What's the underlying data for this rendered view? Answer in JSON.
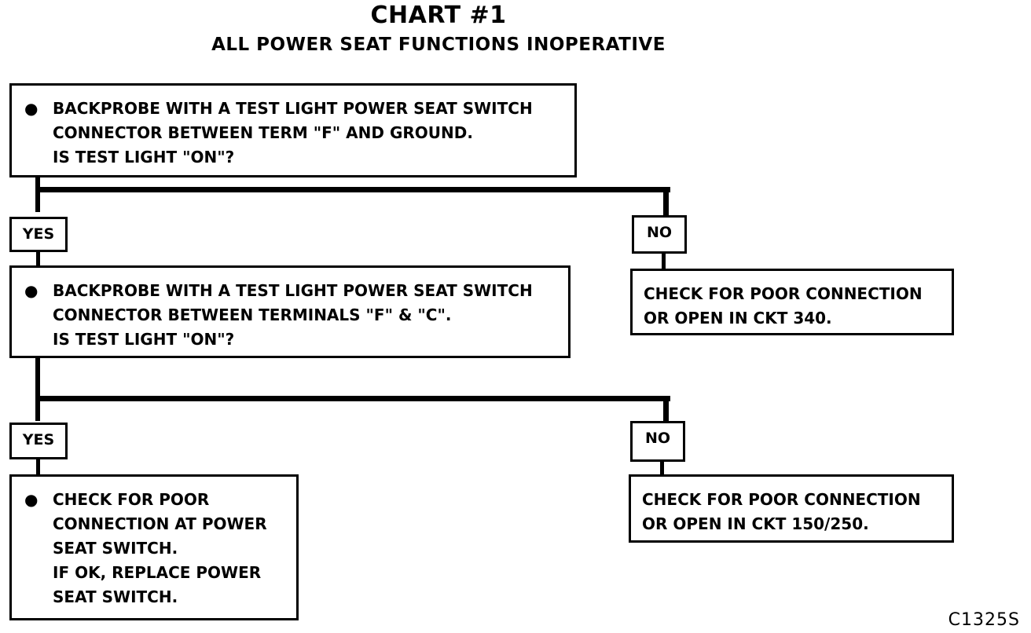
{
  "title": "CHART #1",
  "subtitle": "ALL POWER SEAT FUNCTIONS INOPERATIVE",
  "step1": {
    "lines": [
      "BACKPROBE WITH A TEST LIGHT POWER SEAT SWITCH",
      "CONNECTOR BETWEEN TERM \"F\" AND GROUND.",
      "IS TEST LIGHT \"ON\"?"
    ]
  },
  "branch1": {
    "yes_label": "YES",
    "no_label": "NO",
    "no_result": [
      "CHECK FOR POOR CONNECTION",
      "OR OPEN IN CKT 340."
    ]
  },
  "step2": {
    "lines": [
      "BACKPROBE WITH A TEST LIGHT POWER SEAT SWITCH",
      "CONNECTOR BETWEEN TERMINALS \"F\" & \"C\".",
      "IS TEST LIGHT \"ON\"?"
    ]
  },
  "branch2": {
    "yes_label": "YES",
    "no_label": "NO",
    "yes_result": [
      "CHECK FOR POOR",
      "CONNECTION AT POWER",
      "SEAT SWITCH.",
      "IF OK, REPLACE POWER",
      "SEAT SWITCH."
    ],
    "no_result": [
      "CHECK FOR POOR CONNECTION",
      "OR OPEN IN CKT 150/250."
    ]
  },
  "footer_code": "C1325S"
}
